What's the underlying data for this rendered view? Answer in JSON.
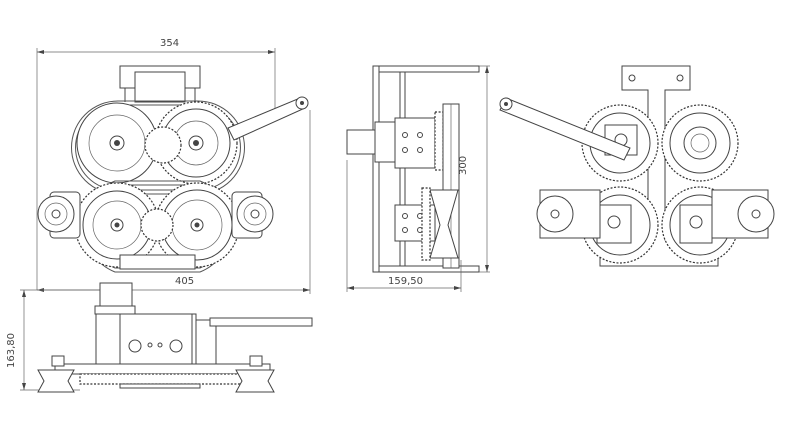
{
  "colors": {
    "line": "#444444",
    "background": "#ffffff"
  },
  "dimensions": {
    "top_width": "354",
    "bottom_width": "405",
    "side_height": "300",
    "side_depth": "159,50",
    "base_height": "163,80"
  }
}
